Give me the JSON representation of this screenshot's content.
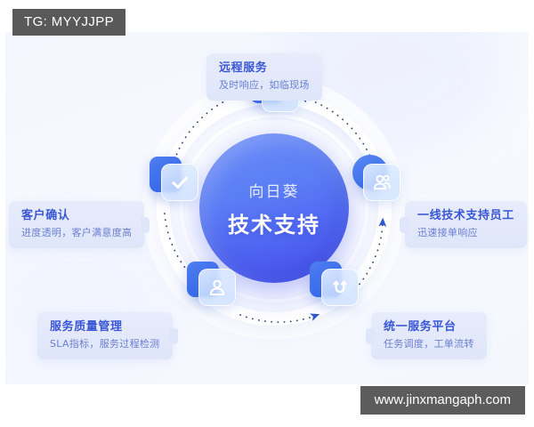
{
  "watermarks": {
    "telegram": "TG: MYYJJPP",
    "site": "www.jinxmangaph.com"
  },
  "hub": {
    "subtitle": "向日葵",
    "title": "技术支持"
  },
  "nodes": [
    {
      "id": "remote-service",
      "icon": "code-window-icon",
      "position": "top"
    },
    {
      "id": "customer-confirm",
      "icon": "check-icon",
      "position": "left"
    },
    {
      "id": "support-staff",
      "icon": "users-icon",
      "position": "right"
    },
    {
      "id": "quality-mgmt",
      "icon": "user-badge-icon",
      "position": "bottom-left"
    },
    {
      "id": "unified-platform",
      "icon": "workflow-icon",
      "position": "bottom-right"
    }
  ],
  "labels": {
    "top": {
      "title": "远程服务",
      "subtitle": "及时响应，如临现场"
    },
    "left": {
      "title": "客户确认",
      "subtitle": "进度透明，客户满意度高"
    },
    "right": {
      "title": "一线技术支持员工",
      "subtitle": "迅速接单响应"
    },
    "bottom_left": {
      "title": "服务质量管理",
      "subtitle": "SLA指标，服务过程检测"
    },
    "bottom_right": {
      "title": "统一服务平台",
      "subtitle": "任务调度，工单流转"
    }
  },
  "colors": {
    "hub_gradient_start": "#6a8cf8",
    "hub_gradient_end": "#4a52ef",
    "label_bg": "#e4e9fa",
    "label_title": "#3a56d4",
    "label_subtitle": "#6a7fd0",
    "card_bg": "#f5f8fe",
    "tile_blue": "#2f62e8",
    "watermark_bg": "#595959",
    "arrow_blue": "#2f56cf"
  }
}
